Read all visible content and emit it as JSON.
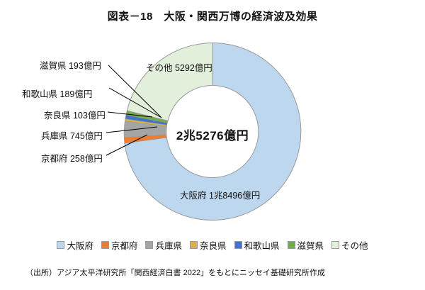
{
  "title": "図表－18　大阪・関西万博の経済波及効果",
  "center_label": "2兆5276億円",
  "source": "（出所）アジア太平洋研究所「関西経済白書 2022」をもとにニッセイ基礎研究所作成",
  "callouts": {
    "shiga": "滋賀県 193億円",
    "wakayama": "和歌山県 189億円",
    "nara": "奈良県 103億円",
    "hyogo": "兵庫県 745億円",
    "kyoto": "京都府 258億円",
    "other": "その他 5292億円",
    "osaka": "大阪府 1兆8496億円"
  },
  "legend": [
    {
      "label": "大阪府",
      "color": "#bdd7ee"
    },
    {
      "label": "京都府",
      "color": "#ed7d31"
    },
    {
      "label": "兵庫県",
      "color": "#a5a5a5"
    },
    {
      "label": "奈良県",
      "color": "#d9b441"
    },
    {
      "label": "和歌山県",
      "color": "#4472c4"
    },
    {
      "label": "滋賀県",
      "color": "#70ad47"
    },
    {
      "label": "その他",
      "color": "#e2efda"
    }
  ],
  "chart_data": {
    "type": "pie",
    "variant": "donut",
    "title": "図表－18　大阪・関西万博の経済波及効果",
    "unit": "億円",
    "total": 25276,
    "total_label": "2兆5276億円",
    "center_text": "2兆5276億円",
    "start_angle_deg": 0,
    "direction": "clockwise",
    "inner_radius_ratio": 0.52,
    "legend_position": "bottom",
    "categories": [
      "大阪府",
      "京都府",
      "兵庫県",
      "奈良県",
      "和歌山県",
      "滋賀県",
      "その他"
    ],
    "values": [
      18496,
      258,
      745,
      103,
      189,
      193,
      5292
    ],
    "value_labels": [
      "1兆8496億円",
      "258億円",
      "745億円",
      "103億円",
      "189億円",
      "193億円",
      "5292億円"
    ],
    "percentages": [
      73.2,
      1.0,
      2.9,
      0.4,
      0.7,
      0.8,
      20.9
    ],
    "colors": [
      "#bdd7ee",
      "#ed7d31",
      "#a5a5a5",
      "#d9b441",
      "#4472c4",
      "#70ad47",
      "#e2efda"
    ],
    "source": "（出所）アジア太平洋研究所「関西経済白書 2022」をもとにニッセイ基礎研究所作成"
  }
}
